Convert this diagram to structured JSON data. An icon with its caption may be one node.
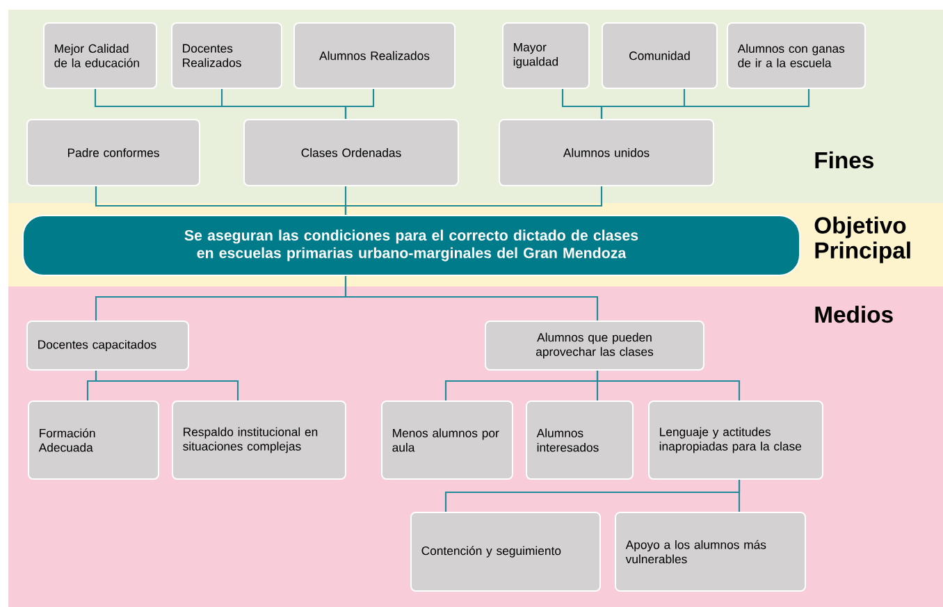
{
  "diagram": {
    "nodes": [
      {
        "text": [
          "Fines"
        ]
      },
      {
        "text": [
          "Mejor Calidad de la educación"
        ],
        "in": 0
      },
      {
        "text": [
          "Docentes Realizados"
        ],
        "in": 0
      },
      {
        "text": [
          "Alumnos Realizados"
        ],
        "in": 0
      },
      {
        "text": [
          "Mayor igualdad"
        ],
        "in": 0
      },
      {
        "text": [
          "Comunidad"
        ],
        "in": 0
      },
      {
        "text": [
          "Alumnos con ganas de ir a la escuela"
        ],
        "in": 0
      },
      {
        "text": [
          "Padre conformes"
        ],
        "in": 0
      },
      {
        "text": [
          "Clases Ordenadas"
        ],
        "in": 0
      },
      {
        "text": [
          "Alumnos unidos"
        ],
        "in": 0
      },
      {
        "text": [
          "Objetivo Principal"
        ]
      },
      {
        "text": [
          "Se aseguran las condiciones para el correcto dictado de clases en escuelas primarias urbano-marginales del Gran Mendoza"
        ],
        "in": 10
      },
      {
        "text": [
          "Medios"
        ]
      },
      {
        "text": [
          "Docentes capacitados"
        ],
        "in": 12
      },
      {
        "text": [
          "Alumnos que pueden aprovechar las clases"
        ],
        "in": 12
      },
      {
        "text": [
          "Formación Adecuada"
        ],
        "in": 12
      },
      {
        "text": [
          "Respaldo institucional en situaciones complejas"
        ],
        "in": 12
      },
      {
        "text": [
          "Menos alumnos por aula"
        ],
        "in": 12
      },
      {
        "text": [
          "Alumnos interesados"
        ],
        "in": 12
      },
      {
        "text": [
          "Lenguaje y actitudes inapropiadas para la clase"
        ],
        "in": 12
      },
      {
        "text": [
          "Contención y seguimiento"
        ],
        "in": 12
      },
      {
        "text": [
          "Apoyo a los alumnos más vulnerables"
        ],
        "in": 12
      }
    ],
    "edges": [
      {
        "from": 8,
        "to": 1,
        "arrow": "none"
      },
      {
        "from": 8,
        "to": 2,
        "arrow": "none"
      },
      {
        "from": 8,
        "to": 3,
        "arrow": "none"
      },
      {
        "from": 9,
        "to": 4,
        "arrow": "none"
      },
      {
        "from": 9,
        "to": 5,
        "arrow": "none"
      },
      {
        "from": 9,
        "to": 6,
        "arrow": "none"
      },
      {
        "from": 11,
        "to": 7,
        "arrow": "none"
      },
      {
        "from": 11,
        "to": 8,
        "arrow": "none"
      },
      {
        "from": 11,
        "to": 9,
        "arrow": "none"
      },
      {
        "from": 11,
        "to": 13,
        "arrow": "none"
      },
      {
        "from": 11,
        "to": 14,
        "arrow": "none"
      },
      {
        "from": 13,
        "to": 15,
        "arrow": "none"
      },
      {
        "from": 13,
        "to": 16,
        "arrow": "none"
      },
      {
        "from": 14,
        "to": 17,
        "arrow": "none"
      },
      {
        "from": 14,
        "to": 18,
        "arrow": "none"
      },
      {
        "from": 14,
        "to": 19,
        "arrow": "none"
      },
      {
        "from": 19,
        "to": 20,
        "arrow": "none"
      },
      {
        "from": 19,
        "to": 21,
        "arrow": "none"
      }
    ]
  }
}
